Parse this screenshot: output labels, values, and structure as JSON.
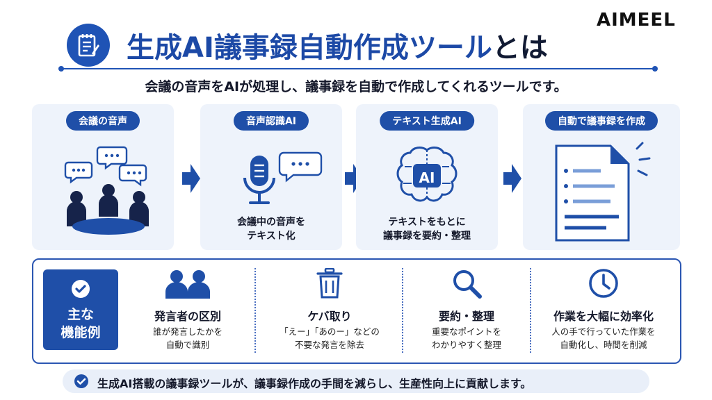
{
  "brand": "AIMEEL",
  "title": "生成AI議事録自動作成ツール",
  "title_suffix": "とは",
  "subtitle": "会議の音声をAIが処理し、議事録を自動で作成してくれるツールです。",
  "steps": [
    {
      "label": "会議の音声",
      "caption": []
    },
    {
      "label": "音声認識AI",
      "caption": [
        "会議中の音声を",
        "テキスト化"
      ]
    },
    {
      "label": "テキスト生成AI",
      "caption": [
        "テキストをもとに",
        "議事録を要約・整理"
      ],
      "icon_text": "AI"
    },
    {
      "label": "自動で議事録を作成",
      "caption": []
    }
  ],
  "features_heading": [
    "主な",
    "機能例"
  ],
  "features": [
    {
      "title": "発言者の区別",
      "desc": [
        "誰が発言したかを",
        "自動で識別"
      ]
    },
    {
      "title": "ケバ取り",
      "desc": [
        "「えー」「あのー」などの",
        "不要な発言を除去"
      ]
    },
    {
      "title": "要約・整理",
      "desc": [
        "重要なポイントを",
        "わかりやすく整理"
      ]
    },
    {
      "title": "作業を大幅に効率化",
      "desc": [
        "人の手で行っていた作業を",
        "自動化し、時間を削減"
      ]
    }
  ],
  "bottom_note": "生成AI搭載の議事録ツールが、議事録作成の手間を減らし、生産性向上に貢献します。",
  "colors": {
    "primary": "#1f4fa8",
    "title": "#1c49a6",
    "panel": "#eef3fb"
  }
}
